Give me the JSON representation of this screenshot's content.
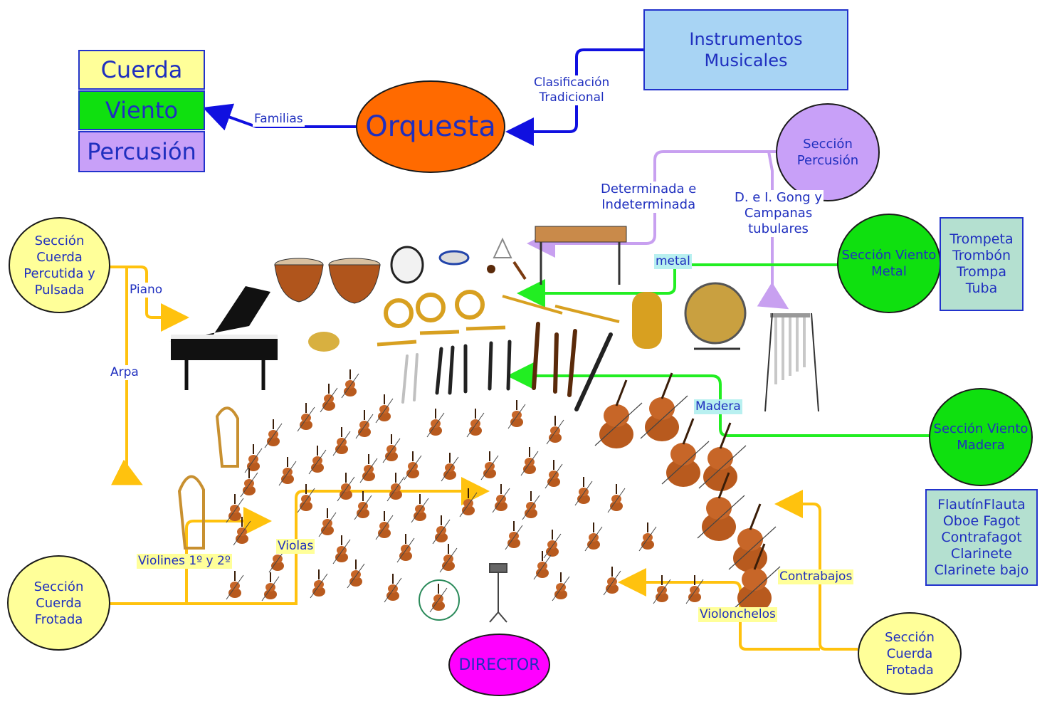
{
  "top": {
    "instrumentos": [
      "Instrumentos",
      "Musicales"
    ],
    "orquesta": "Orquesta",
    "clasificacion": [
      "Clasificación",
      "Tradicional"
    ],
    "familias_label": "Familias",
    "familias": [
      "Cuerda",
      "Viento",
      "Percusión"
    ]
  },
  "percusion": {
    "title": [
      "Sección",
      "Percusión"
    ],
    "determinada": [
      "Determinada e",
      "Indeterminada"
    ],
    "gong": [
      "D. e I. Gong y",
      "Campanas",
      "tubulares"
    ]
  },
  "metal": {
    "title": [
      "Sección Viento",
      "Metal"
    ],
    "label": "metal",
    "list": [
      "Trompeta",
      "Trombón",
      "Trompa",
      "Tuba"
    ]
  },
  "madera": {
    "title": [
      "Sección Viento",
      "Madera"
    ],
    "label": "Madera",
    "list": [
      "FlautínFlauta",
      "Oboe Fagot",
      "Contrafagot",
      "Clarinete",
      "Clarinete bajo"
    ]
  },
  "cuerda_percutida": {
    "title": [
      "Sección",
      "Cuerda",
      "Percutida y",
      "Pulsada"
    ],
    "piano": "Piano",
    "arpa": "Arpa"
  },
  "cuerda_frotada_left": {
    "title": [
      "Sección",
      "Cuerda",
      "Frotada"
    ],
    "violines": "Violines 1º y 2º",
    "violas": "Violas"
  },
  "cuerda_frotada_right": {
    "title": [
      "Sección",
      "Cuerda",
      "Frotada"
    ],
    "contrabajos": "Contrabajos",
    "violonchelos": "Violonchelos"
  },
  "director": "DIRECTOR",
  "colors": {
    "blue_line": "#1010e0",
    "yellow_line": "#ffc20e",
    "green_line": "#22ee22",
    "lilac_line": "#c8a0f0",
    "orquesta_fill": "#ff6a00",
    "director_fill": "#ff00ff",
    "percusion_fill": "#c8a0f8",
    "violin_body": "#b85a1e"
  }
}
